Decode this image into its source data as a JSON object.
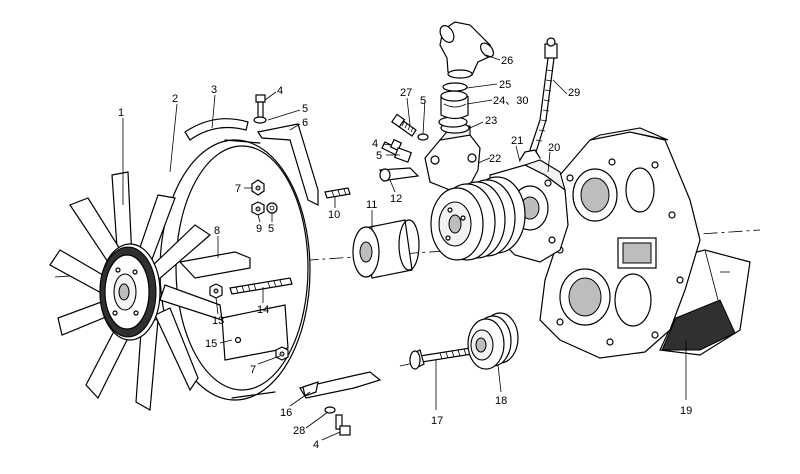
{
  "callouts": {
    "c1": "1",
    "c2": "2",
    "c3": "3",
    "c4a": "4",
    "c4b": "4",
    "c4c": "4",
    "c5a": "5",
    "c5b": "5",
    "c5c": "5",
    "c5d": "5",
    "c6": "6",
    "c7a": "7",
    "c7b": "7",
    "c8": "8",
    "c9": "9",
    "c10": "10",
    "c11": "11",
    "c12": "12",
    "c13": "13",
    "c14": "14",
    "c15": "15",
    "c16": "16",
    "c17": "17",
    "c18": "18",
    "c19": "19",
    "c20": "20",
    "c21": "21",
    "c22": "22",
    "c23": "23",
    "c2430": "24、30",
    "c25": "25",
    "c26": "26",
    "c27": "27",
    "c28": "28",
    "c29": "29"
  }
}
